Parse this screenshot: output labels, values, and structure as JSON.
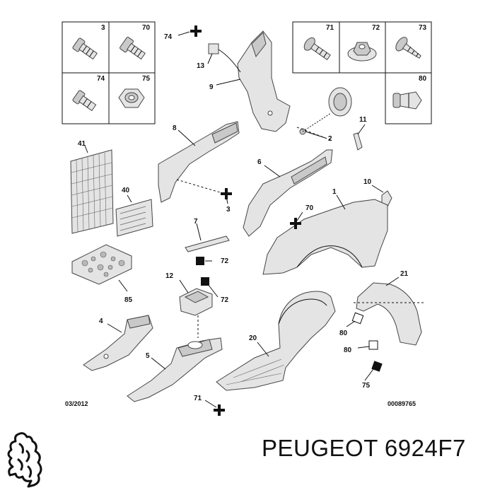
{
  "legend_left": {
    "cells": [
      {
        "ref": "3",
        "icon": "screw-icon"
      },
      {
        "ref": "70",
        "icon": "screw-icon"
      },
      {
        "ref": "74",
        "icon": "screw-icon"
      },
      {
        "ref": "75",
        "icon": "nut-icon"
      }
    ]
  },
  "legend_right": {
    "cells": [
      {
        "ref": "71",
        "icon": "screw-icon"
      },
      {
        "ref": "72",
        "icon": "nut-icon"
      },
      {
        "ref": "73",
        "icon": "screw-icon"
      },
      {
        "ref": "80",
        "icon": "clip-icon"
      }
    ]
  },
  "callouts": {
    "c74a": "74",
    "c13": "13",
    "c9": "9",
    "c2": "2",
    "c11": "11",
    "c8": "8",
    "c3": "3",
    "c41": "41",
    "c6": "6",
    "c10": "10",
    "c40": "40",
    "c1": "1",
    "c70": "70",
    "c7": "7",
    "c72a": "72",
    "c12": "12",
    "c72b": "72",
    "c85": "85",
    "c21": "21",
    "c4": "4",
    "c80a": "80",
    "c20": "20",
    "c80b": "80",
    "c5": "5",
    "c75": "75",
    "c71": "71"
  },
  "footer": {
    "date": "03/2012",
    "ref": "00089765"
  },
  "brand": {
    "title": "PEUGEOT 6924F7",
    "logo_icon": "peugeot-lion-icon"
  }
}
